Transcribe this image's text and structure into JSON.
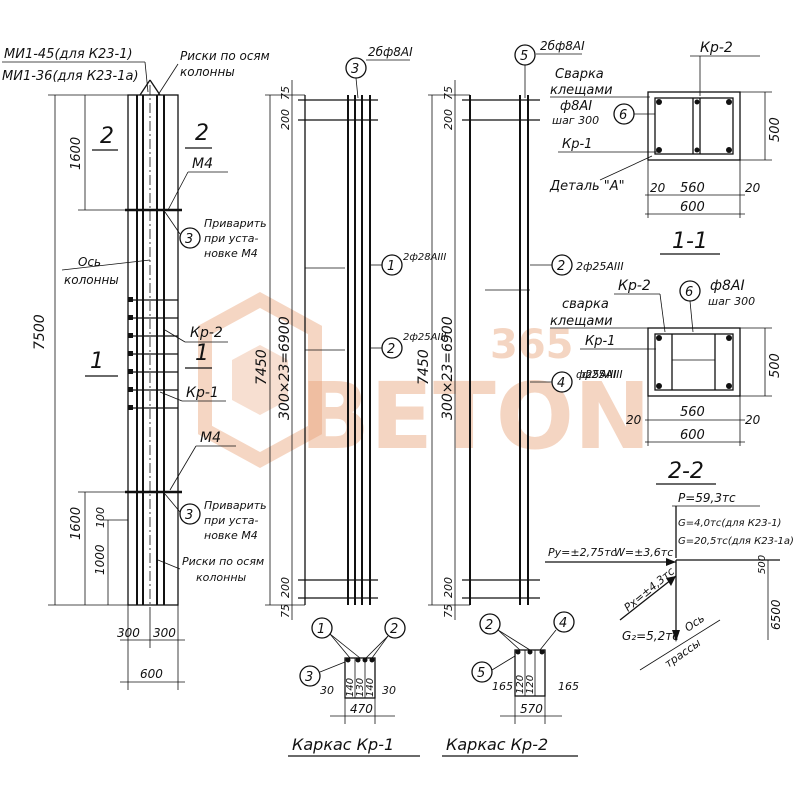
{
  "watermark": {
    "number": "365",
    "word": "BETON"
  },
  "column": {
    "mark_a": "МИ1-45(для К23-1)",
    "mark_b": "МИ1-36(для К23-1а)",
    "axis_marks_top_1": "Риски по осям",
    "axis_marks_top_2": "колонны",
    "axis_marks_bot_1": "Риски по осям",
    "axis_marks_bot_2": "колонны",
    "axis_label_1": "Ось",
    "axis_label_2": "колонны",
    "height_total": "7500",
    "dim_top": "1600",
    "dim_bot": "1600",
    "dim_1000": "1000",
    "dim_100": "100",
    "dim_300_left": "300",
    "dim_300_right": "300",
    "dim_600": "600",
    "section_2_left": "2",
    "section_2_right": "2",
    "section_1_left": "1",
    "section_1_right": "1",
    "m4_top": "М4",
    "m4_bot": "М4",
    "kr2": "Кр-2",
    "kr1": "Кр-1",
    "weld_top_1": "Приварить",
    "weld_top_2": "при уста-",
    "weld_top_3": "новке М4",
    "weld_bot_1": "Приварить",
    "weld_bot_2": "при уста-",
    "weld_bot_3": "новке М4",
    "callout_3": "3"
  },
  "cage1": {
    "top_label": "2бф8АI",
    "callout_3": "3",
    "callout_1": "1",
    "callout_2": "2",
    "bar1_label": "2ф28АIII",
    "bar2_label": "2ф25АIII",
    "dim_75_top": "75",
    "dim_200_top": "200",
    "dim_mid": "300×23=6900",
    "dim_total": "7450",
    "dim_200_bot": "200",
    "dim_75_bot": "75",
    "sec_c1": "1",
    "sec_c2": "2",
    "sec_c3": "3",
    "sec_30_left": "30",
    "sec_30_right": "30",
    "sec_140_a": "140",
    "sec_130": "130",
    "sec_140_b": "140",
    "sec_width": "470",
    "title": "Каркас Кр-1"
  },
  "cage2": {
    "top_label": "2бф8АI",
    "callout_5": "5",
    "callout_2": "2",
    "callout_4": "4",
    "bar2_label": "2ф25АIII",
    "bar4_label": "ф25АIII",
    "dim_75_top": "75",
    "dim_200_top": "200",
    "dim_mid": "300×23=6900",
    "dim_total": "7450",
    "dim_200_bot": "200",
    "dim_75_bot": "75",
    "sec_c2": "2",
    "sec_c4": "4",
    "sec_c5": "5",
    "sec_165_left": "165",
    "sec_120_a": "120",
    "sec_120_b": "120",
    "sec_165_right": "165",
    "sec_width": "570",
    "title": "Каркас Кр-2"
  },
  "section11": {
    "kr2": "Кр-2",
    "weld_1": "Сварка",
    "weld_2": "клещами",
    "stirrup_1": "ф8АI",
    "stirrup_2": "шаг 300",
    "callout_6": "6",
    "kr1": "Кр-1",
    "detail": "Деталь \"А\"",
    "dim_500": "500",
    "dim_20_left": "20",
    "dim_560": "560",
    "dim_20_right": "20",
    "dim_600": "600",
    "title": "1-1"
  },
  "section22": {
    "kr2": "Кр-2",
    "weld_1": "сварка",
    "weld_2": "клещами",
    "stirrup_1": "ф8АI",
    "stirrup_2": "шаг 300",
    "callout_6": "6",
    "kr1": "Кр-1",
    "callout_4": "4",
    "bar_label": "ф25АIII",
    "dim_500": "500",
    "dim_20_left": "20",
    "dim_560": "560",
    "dim_20_right": "20",
    "dim_600": "600",
    "title": "2-2"
  },
  "loads": {
    "p": "P=59,3тс",
    "g_a": "G=4,0тс(для К23-1)",
    "g_b": "G=20,5тс(для К23-1а)",
    "py": "Py=±2,75тс",
    "w": "W=±3,6тс",
    "px": "Px=±4,3тс",
    "g2": "G₂=5,2тс",
    "dim_500": "500",
    "dim_6500": "6500",
    "axis_1": "Ось",
    "axis_2": "трассы"
  }
}
